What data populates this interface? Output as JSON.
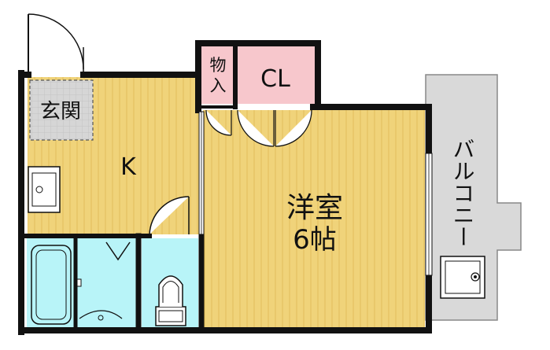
{
  "rooms": {
    "genkan": "玄関",
    "kitchen": "K",
    "storage": "物入",
    "closet": "CL",
    "western_room": "洋室",
    "western_room_size": "6帖",
    "balcony": "バルコニー"
  },
  "colors": {
    "wall": "#111111",
    "floor_wood": "#f0d37a",
    "floor_grain": "#e2be5c",
    "wet_area": "#b8f4f8",
    "closet": "#f7c7cc",
    "balcony": "#d9d9d9",
    "genkan": "#d6d6d6"
  }
}
